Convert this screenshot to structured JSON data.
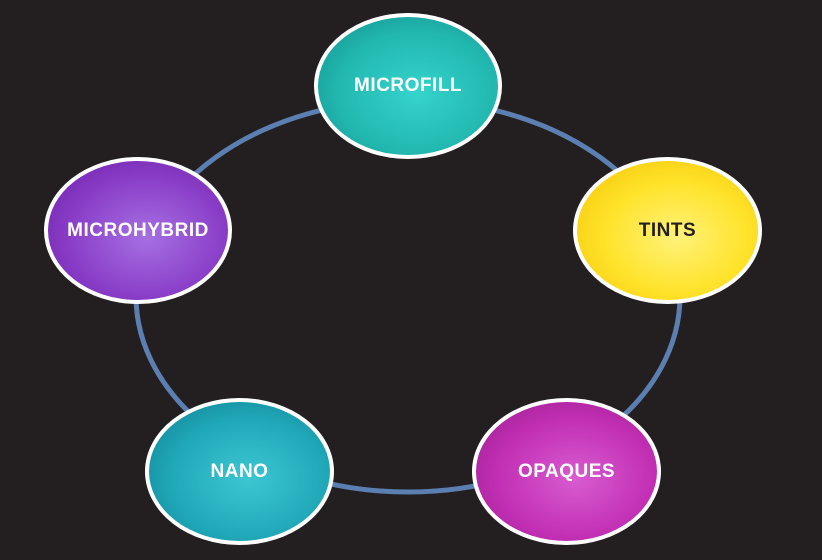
{
  "diagram": {
    "ring_color": "#5b7fb0",
    "nodes": [
      {
        "id": "microfill",
        "label": "MICROFILL",
        "text_color": "#ffffff"
      },
      {
        "id": "tints",
        "label": "TINTS",
        "text_color": "#231f20"
      },
      {
        "id": "opaques",
        "label": "OPAQUES",
        "text_color": "#ffffff"
      },
      {
        "id": "nano",
        "label": "NANO",
        "text_color": "#ffffff"
      },
      {
        "id": "microhybrid",
        "label": "MICROHYBRID",
        "text_color": "#ffffff"
      }
    ]
  }
}
